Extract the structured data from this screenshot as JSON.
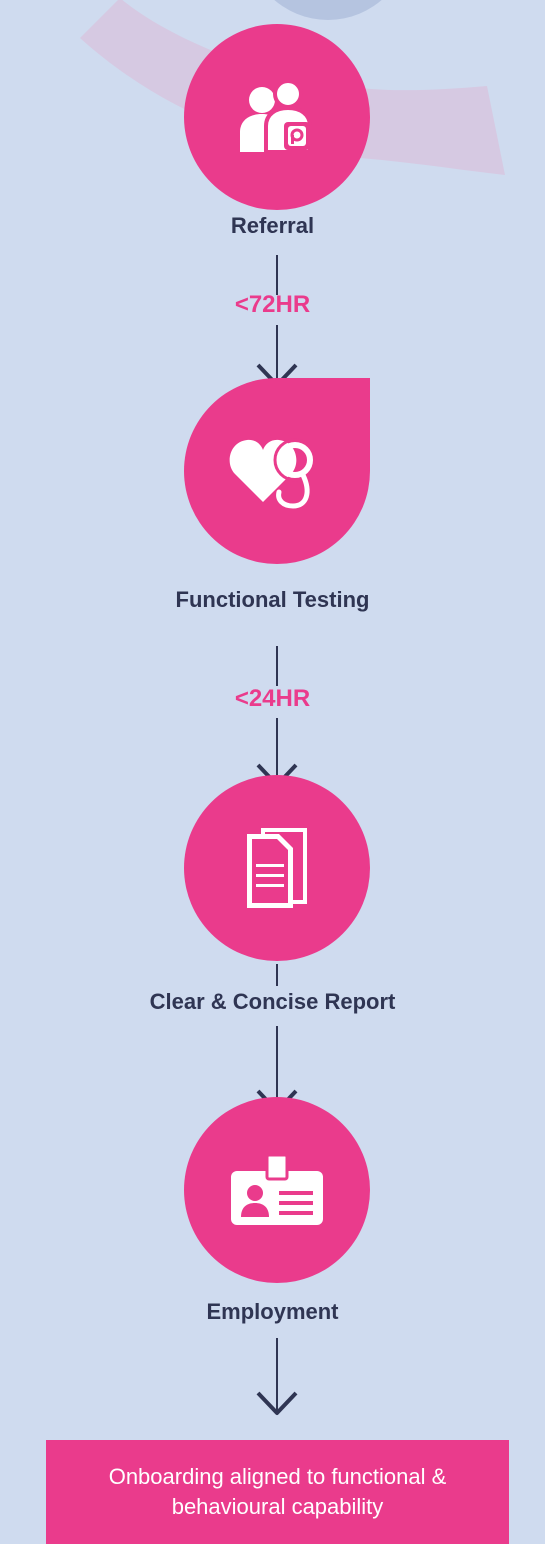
{
  "colors": {
    "background": "#cfdbef",
    "accent": "#ea3b8c",
    "text_dark": "#2f3553",
    "deco_arc": "#d6c9e2",
    "deco_circle": "#b5c4e0"
  },
  "steps": [
    {
      "label": "Referral",
      "icon": "people-icon"
    },
    {
      "label": "Functional Testing",
      "icon": "heart-stethoscope-icon"
    },
    {
      "label": "Clear & Concise Report",
      "icon": "document-icon"
    },
    {
      "label": "Employment",
      "icon": "id-card-icon"
    }
  ],
  "timings": [
    "<72HR",
    "<24HR"
  ],
  "outcome": "Onboarding aligned to functional & behavioural capability"
}
